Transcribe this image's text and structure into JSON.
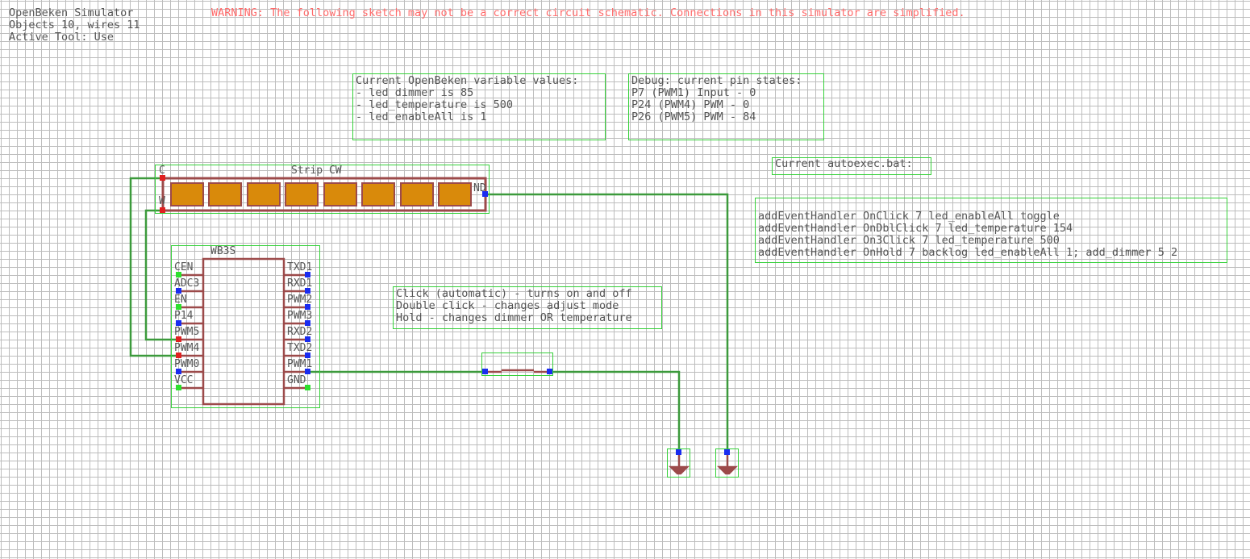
{
  "app": {
    "title": "OpenBeken Simulator",
    "stats": "Objects 10, wires 11",
    "active_tool": "Active Tool: Use",
    "warning": "WARNING: The following sketch may not be a correct circuit schematic. Connections in this simulator are simplified."
  },
  "variables_panel": {
    "title": "Current OpenBeken variable values:",
    "lines": [
      "- led_dimmer is 85",
      "- led_temperature is 500",
      "- led_enableAll is 1"
    ]
  },
  "debug_panel": {
    "title": "Debug: current pin states:",
    "lines": [
      "P7 (PWM1) Input - 0",
      "P24 (PWM4) PWM - 0",
      "P26 (PWM5) PWM - 84"
    ]
  },
  "autoexec": {
    "title": "Current autoexec.bat:",
    "lines": [
      "addEventHandler OnClick 7 led_enableAll toggle",
      "addEventHandler OnDblClick 7 led_temperature 154",
      "addEventHandler On3Click 7 led_temperature 500",
      "addEventHandler OnHold 7 backlog led_enableAll 1; add_dimmer 5 2"
    ]
  },
  "help_text": {
    "lines": [
      "Click (automatic) - turns on and off",
      "Double click - changes adjust mode",
      "Hold - changes dimmer OR temperature"
    ]
  },
  "strip": {
    "label": "Strip CW",
    "pin_c": "C",
    "pin_w": "W",
    "pin_gnd": "ND",
    "led_count": 8
  },
  "chip": {
    "label": "WB3S",
    "left_pins": [
      "CEN",
      "ADC3",
      "EN",
      "P14",
      "PWM5",
      "PWM4",
      "PWM0",
      "VCC"
    ],
    "right_pins": [
      "TXD1",
      "RXD1",
      "PWM2",
      "PWM3",
      "RXD2",
      "TXD2",
      "PWM1",
      "GND"
    ]
  },
  "colors": {
    "wire": "#3c9a3c",
    "selection_box": "#36d13a",
    "body_outline": "#9c4a4a",
    "led_fill": "#d98a0b",
    "warning": "#ff6b6b",
    "pin_blue": "#1a2cf0",
    "pin_red": "#e02020",
    "pin_green": "#2ee02e"
  }
}
